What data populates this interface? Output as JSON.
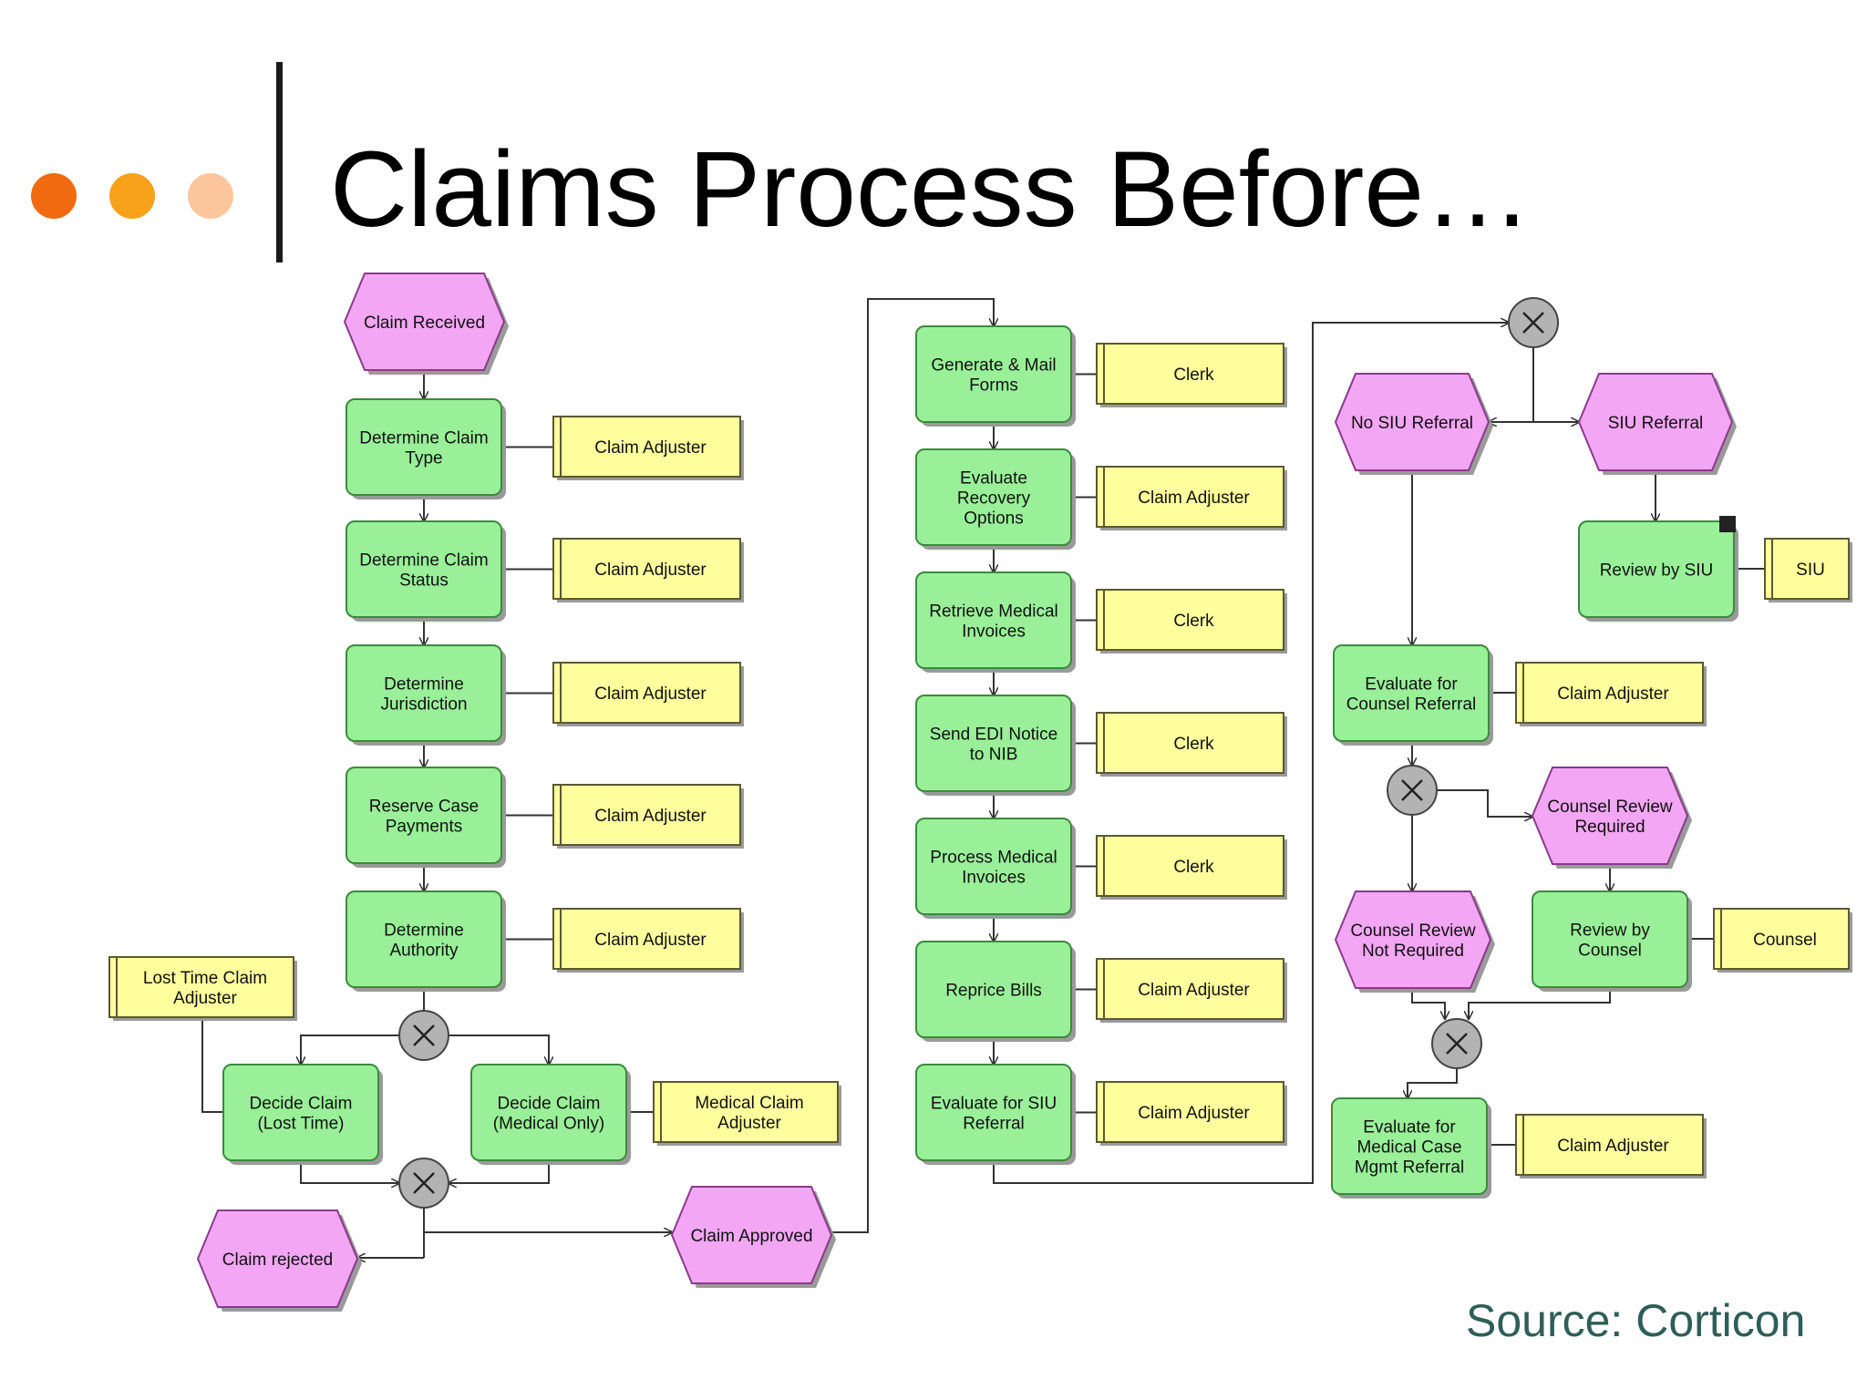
{
  "title": "Claims Process Before…",
  "source": "Source: Corticon",
  "colors": {
    "function_fill": "#99f099",
    "function_stroke": "#3c8a3c",
    "event_fill": "#f3a6f3",
    "event_stroke": "#8a3a8a",
    "role_fill": "#ffff9e",
    "role_stroke": "#5a5a30",
    "connector_fill": "#b3b3b3",
    "dot1": "#f26a0f",
    "dot2": "#f7a21a",
    "dot3": "#fbc69c"
  },
  "nodes": {
    "claim_received": "Claim Received",
    "determine_claim_type": [
      "Determine Claim",
      "Type"
    ],
    "determine_claim_status": [
      "Determine Claim",
      "Status"
    ],
    "determine_jurisdiction": [
      "Determine",
      "Jurisdiction"
    ],
    "reserve_case_payments": [
      "Reserve Case",
      "Payments"
    ],
    "determine_authority": [
      "Determine",
      "Authority"
    ],
    "decide_claim_lost_time": [
      "Decide Claim",
      "(Lost Time)"
    ],
    "decide_claim_medical_only": [
      "Decide Claim",
      "(Medical Only)"
    ],
    "claim_rejected": "Claim rejected",
    "claim_approved": "Claim Approved",
    "generate_mail_forms": [
      "Generate & Mail",
      "Forms"
    ],
    "evaluate_recovery_options": [
      "Evaluate",
      "Recovery",
      "Options"
    ],
    "retrieve_medical_invoices": [
      "Retrieve Medical",
      "Invoices"
    ],
    "send_edi_notice": [
      "Send EDI Notice",
      "to NIB"
    ],
    "process_medical_invoices": [
      "Process Medical",
      "Invoices"
    ],
    "reprice_bills": "Reprice Bills",
    "evaluate_siu_referral": [
      "Evaluate for SIU",
      "Referral"
    ],
    "no_siu_referral": "No SIU Referral",
    "siu_referral": "SIU Referral",
    "review_by_siu": "Review by SIU",
    "evaluate_counsel_referral": [
      "Evaluate for",
      "Counsel Referral"
    ],
    "counsel_review_required": [
      "Counsel Review",
      "Required"
    ],
    "counsel_review_not_required": [
      "Counsel Review",
      "Not Required"
    ],
    "review_by_counsel": [
      "Review by",
      "Counsel"
    ],
    "evaluate_medical_case": [
      "Evaluate for",
      "Medical Case",
      "Mgmt Referral"
    ]
  },
  "roles": {
    "claim_adjuster": "Claim Adjuster",
    "clerk": "Clerk",
    "siu": "SIU",
    "counsel": "Counsel",
    "lost_time_claim_adjuster": [
      "Lost Time Claim",
      "Adjuster"
    ],
    "medical_claim_adjuster": [
      "Medical Claim",
      "Adjuster"
    ]
  }
}
